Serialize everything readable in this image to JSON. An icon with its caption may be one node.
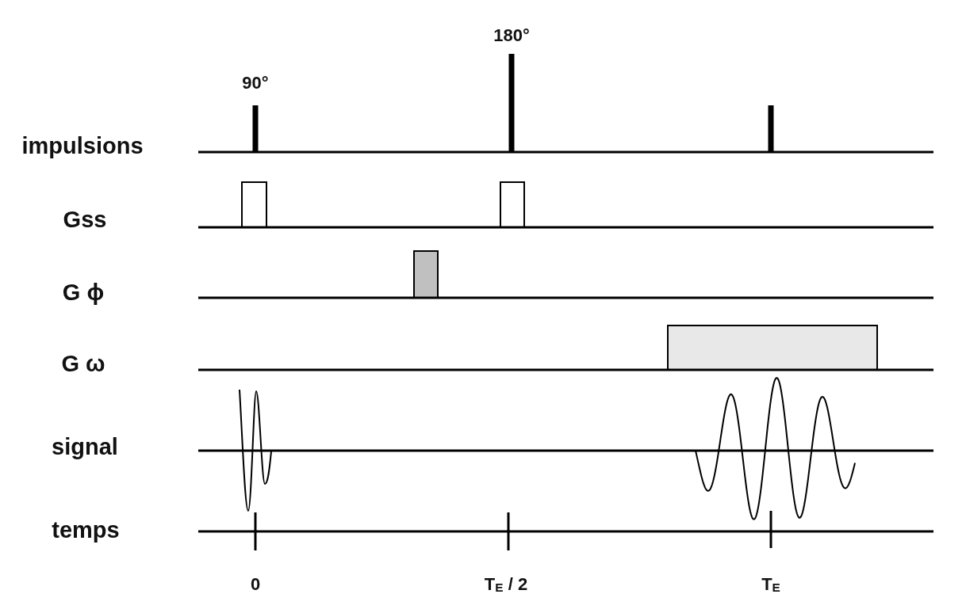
{
  "diagram": {
    "labels": [
      "180°",
      "90°",
      "impulsions",
      "Gss",
      "G ϕ",
      "G ω",
      "signal",
      "temps",
      "0",
      "T$_{E}$ / 2",
      "T$_{E}$"
    ]
  }
}
